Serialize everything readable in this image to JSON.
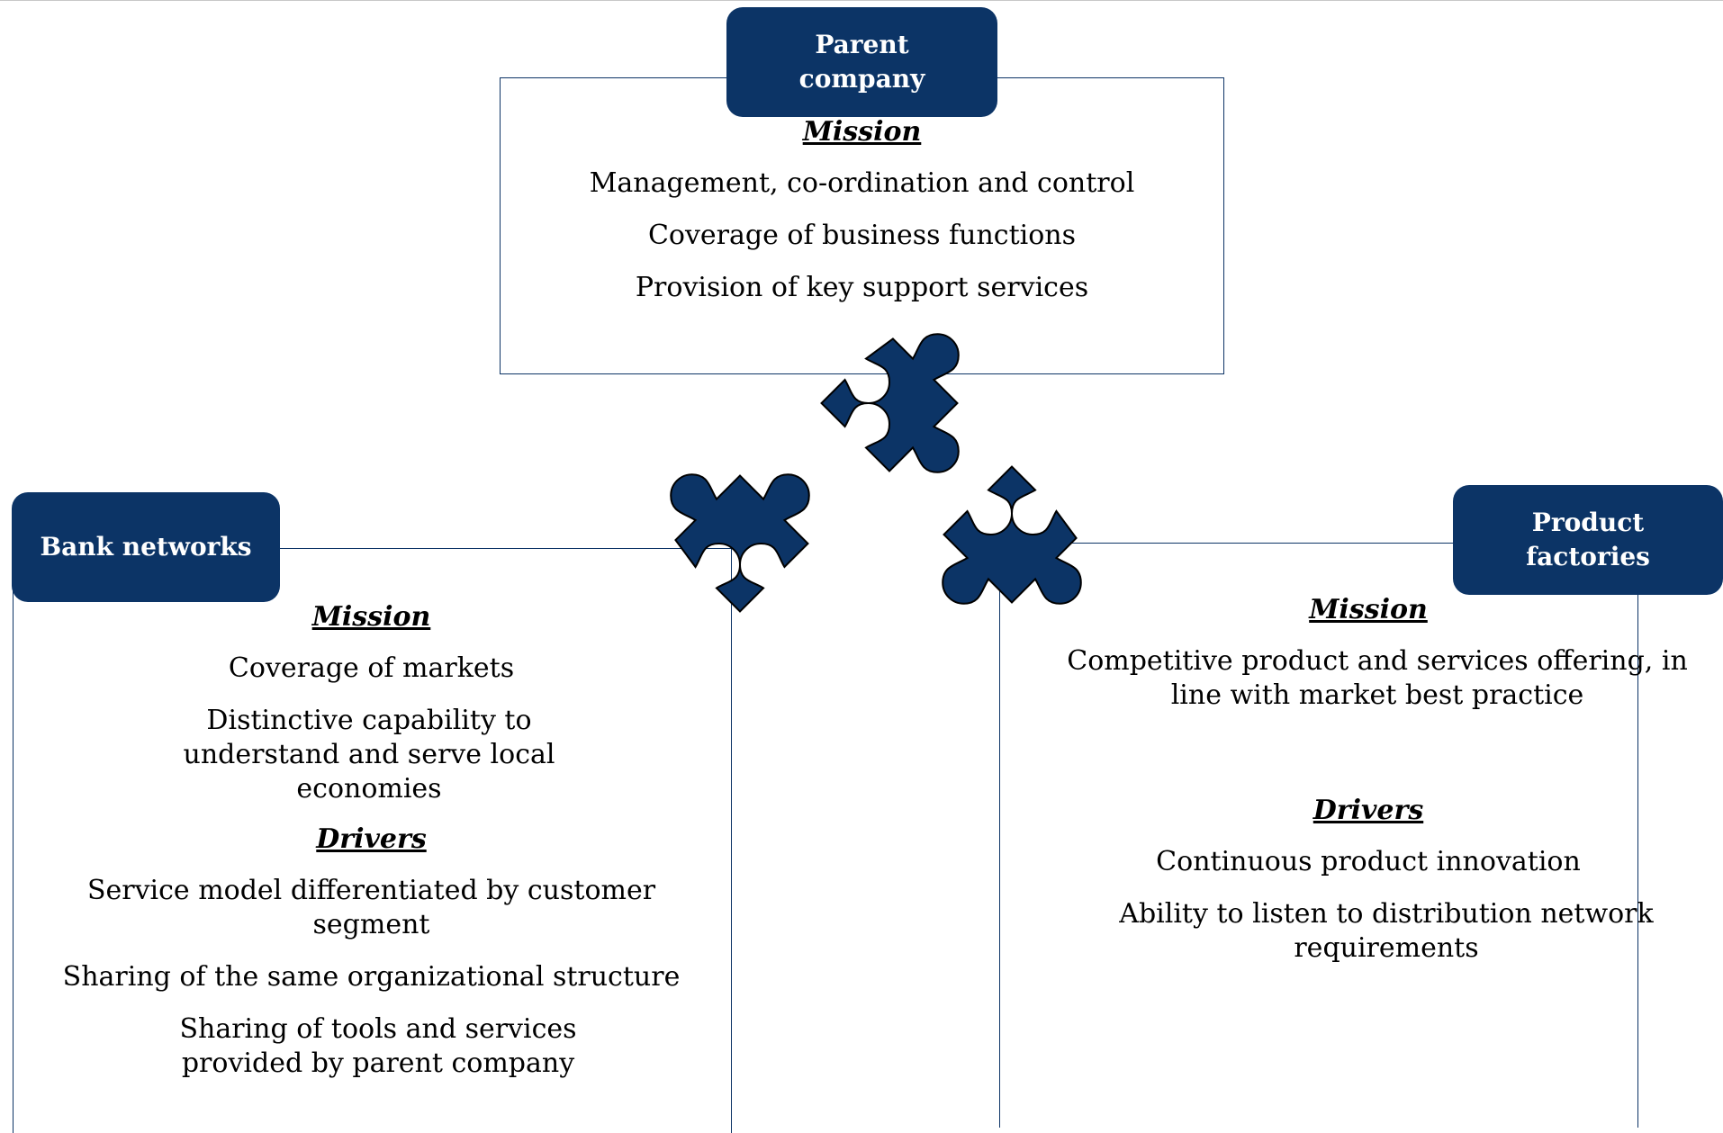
{
  "parent": {
    "title_lines": [
      "Parent",
      "company"
    ],
    "mission_heading": "Mission",
    "mission_items": [
      "Management, co-ordination and control",
      "Coverage of business functions",
      "Provision of key support services"
    ]
  },
  "bank": {
    "title": "Bank networks",
    "mission_heading": "Mission",
    "mission_items": [
      "Coverage of markets",
      "Distinctive capability to understand and serve local economies"
    ],
    "drivers_heading": "Drivers",
    "drivers_items": [
      "Service model differentiated by customer segment",
      "Sharing of the same organizational structure",
      "Sharing of tools and services provided by parent company"
    ]
  },
  "factories": {
    "title_lines": [
      "Product",
      "factories"
    ],
    "mission_heading": "Mission",
    "mission_items": [
      "Competitive product and services offering, in line with market best practice"
    ],
    "drivers_heading": "Drivers",
    "drivers_items": [
      "Continuous product innovation",
      "Ability to listen to distribution network requirements"
    ]
  },
  "colors": {
    "navy": "#0c3466",
    "text": "#000000",
    "background": "#ffffff"
  },
  "icons": [
    "puzzle-piece-icon"
  ]
}
